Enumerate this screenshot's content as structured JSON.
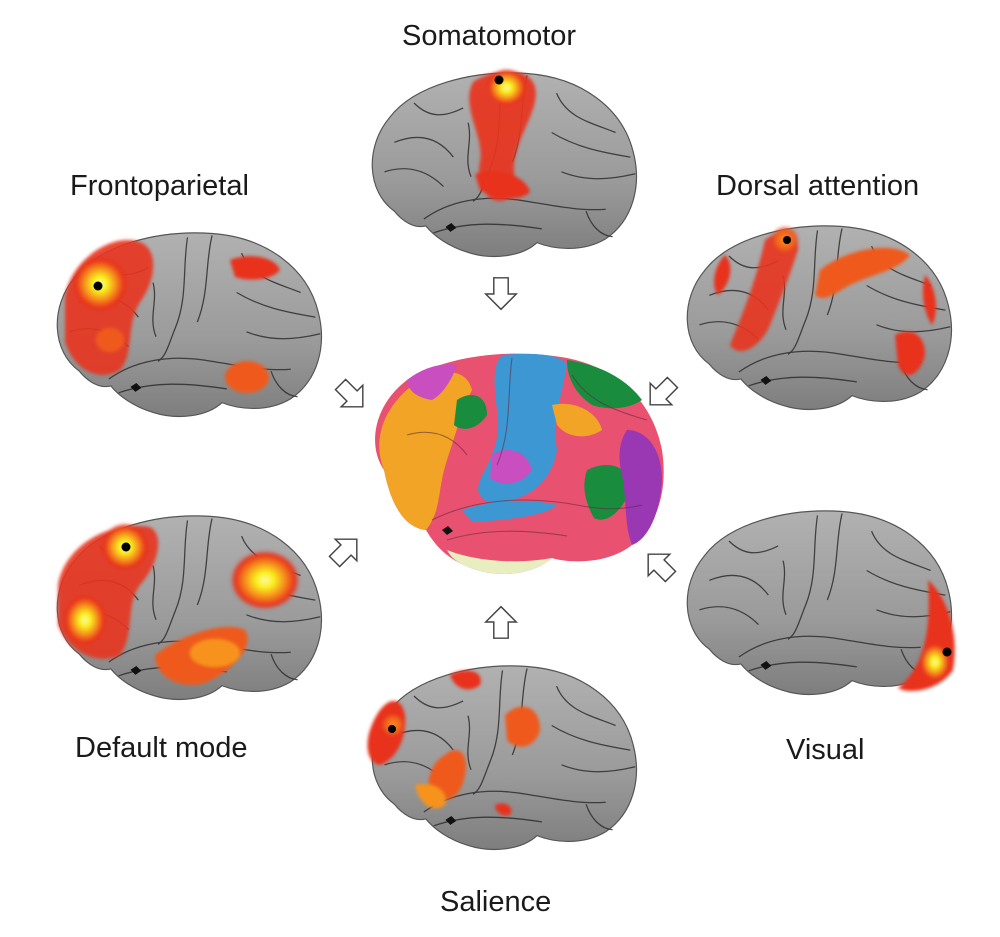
{
  "figure": {
    "networks": [
      {
        "id": "somatomotor",
        "label": "Somatomotor"
      },
      {
        "id": "frontoparietal",
        "label": "Frontoparietal"
      },
      {
        "id": "dorsal-attention",
        "label": "Dorsal attention"
      },
      {
        "id": "default-mode",
        "label": "Default mode"
      },
      {
        "id": "visual",
        "label": "Visual"
      },
      {
        "id": "salience",
        "label": "Salience"
      }
    ],
    "colors": {
      "cortex": "#9a9a9a",
      "sulcus": "#2e2e2e",
      "activation_outer": "#e8331f",
      "activation_mid": "#f7931e",
      "activation_peak": "#f9f21a",
      "parcel_blue": "#3d97d3",
      "parcel_green": "#1a8c3e",
      "parcel_pink": "#e8516f",
      "parcel_orange": "#f2a426",
      "parcel_purple": "#9a37b3",
      "parcel_magenta": "#c94fc0",
      "parcel_cream": "#e8eec0"
    }
  }
}
